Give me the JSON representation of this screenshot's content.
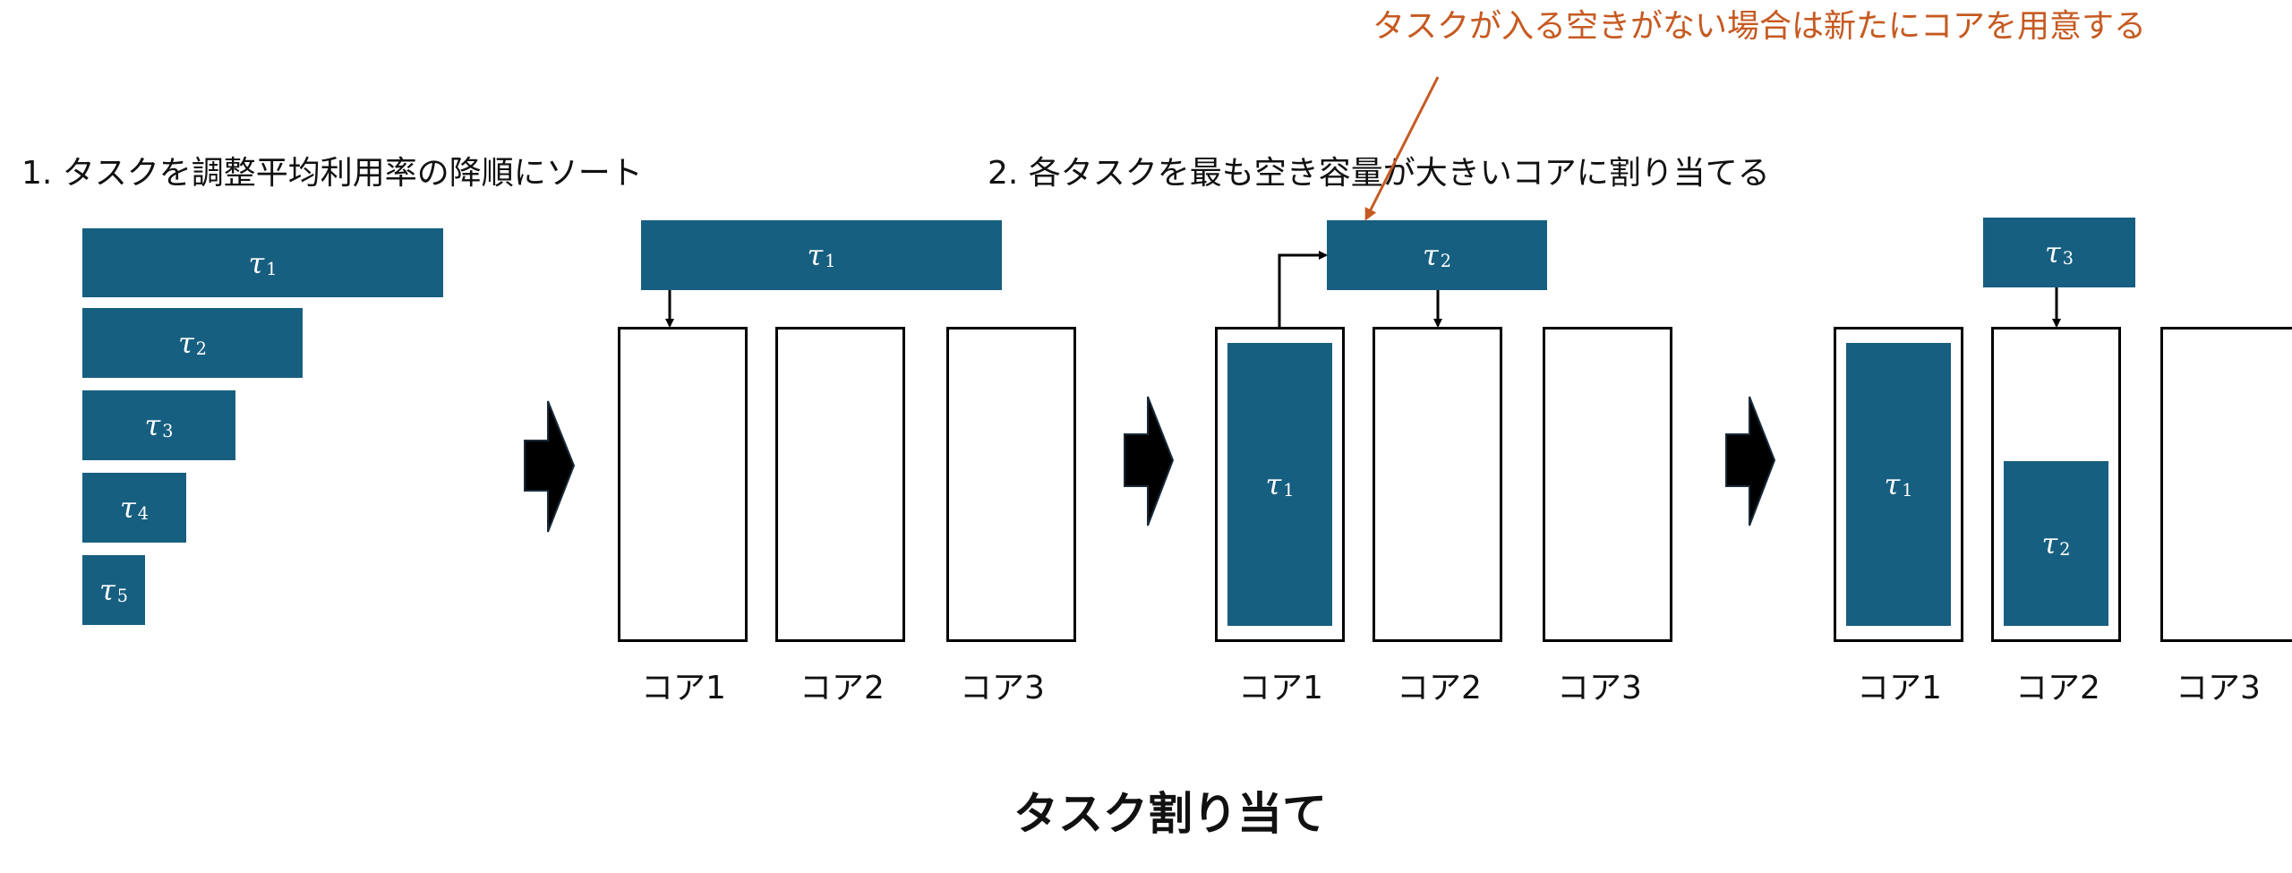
{
  "colors": {
    "task_fill": "#175f80",
    "callout": "#c65a22",
    "stroke": "#000000"
  },
  "steps": {
    "step1": "1. タスクを調整平均利用率の降順にソート",
    "step2": "2. 各タスクを最も空き容量が大きいコアに割り当てる"
  },
  "callout": "タスクが入る空きがない場合は新たにコアを用意する",
  "title": "タスク割り当て",
  "tasks": {
    "t1": {
      "sym": "τ",
      "sub": "1"
    },
    "t2": {
      "sym": "τ",
      "sub": "2"
    },
    "t3": {
      "sym": "τ",
      "sub": "3"
    },
    "t4": {
      "sym": "τ",
      "sub": "4"
    },
    "t5": {
      "sym": "τ",
      "sub": "5"
    }
  },
  "cores": [
    "コア1",
    "コア2",
    "コア3"
  ],
  "icons": {
    "step_arrow": "right-arrow-icon"
  }
}
